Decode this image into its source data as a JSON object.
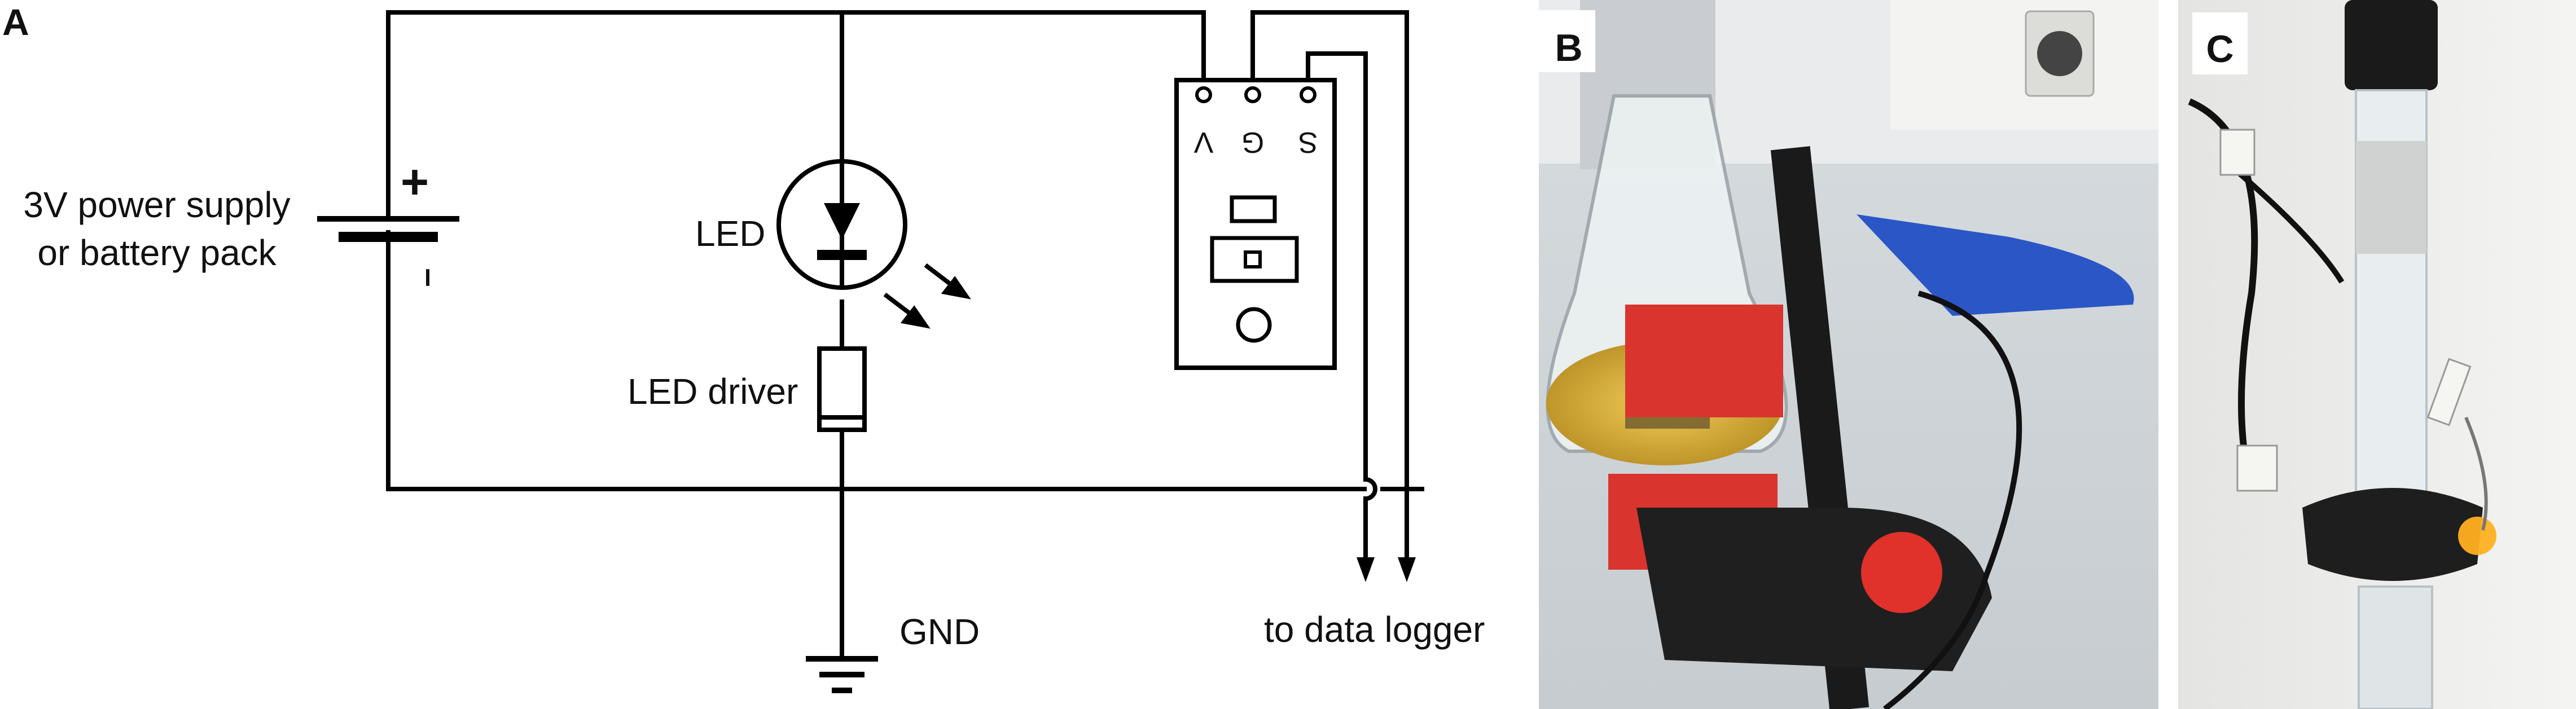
{
  "panels": {
    "a": {
      "letter": "A",
      "power_label_line1": "3V power supply",
      "power_label_line2": "or battery pack",
      "plus_sign": "+",
      "minus_sign": "–",
      "led_label": "LED",
      "driver_label": "LED driver",
      "gnd_label": "GND",
      "logger_label": "to data logger",
      "pin_v": "V",
      "pin_g": "G",
      "pin_s": "S"
    },
    "b": {
      "letter": "B"
    },
    "c": {
      "letter": "C"
    }
  },
  "colors": {
    "wire": "#000000",
    "flask_liquid": "#d9b23a",
    "clamp_blue": "#2a56c6",
    "clamp_red": "#e0312b",
    "led_glow": "#ffb020"
  }
}
